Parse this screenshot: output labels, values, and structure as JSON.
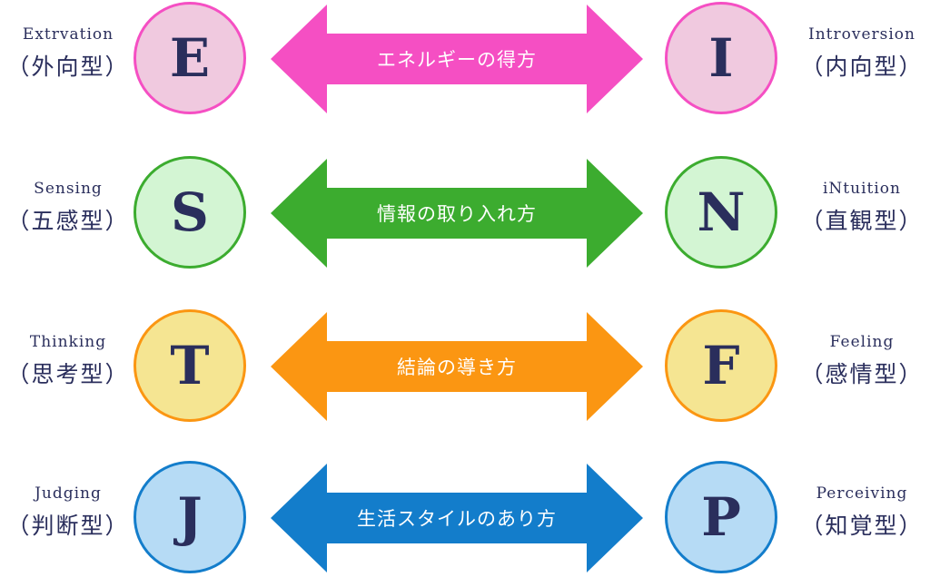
{
  "rows": [
    {
      "left": {
        "letter": "E",
        "en": "Extrvation",
        "jp": "（外向型）"
      },
      "right": {
        "letter": "I",
        "en": "Introversion",
        "jp": "（内向型）"
      },
      "label": "エネルギーの得方",
      "colors": {
        "arrow": "#f54fc3",
        "circle_fill": "#f0c9df",
        "circle_border": "#f54fc3"
      }
    },
    {
      "left": {
        "letter": "S",
        "en": "Sensing",
        "jp": "（五感型）"
      },
      "right": {
        "letter": "N",
        "en": "iNtuition",
        "jp": "（直観型）"
      },
      "label": "情報の取り入れ方",
      "colors": {
        "arrow": "#3cac2f",
        "circle_fill": "#d3f5d3",
        "circle_border": "#3cac2f"
      }
    },
    {
      "left": {
        "letter": "T",
        "en": "Thinking",
        "jp": "（思考型）"
      },
      "right": {
        "letter": "F",
        "en": "Feeling",
        "jp": "（感情型）"
      },
      "label": "結論の導き方",
      "colors": {
        "arrow": "#fb9612",
        "circle_fill": "#f5e592",
        "circle_border": "#fb9612"
      }
    },
    {
      "left": {
        "letter": "J",
        "en": "Judging",
        "jp": "（判断型）"
      },
      "right": {
        "letter": "P",
        "en": "Perceiving",
        "jp": "（知覚型）"
      },
      "label": "生活スタイルのあり方",
      "colors": {
        "arrow": "#137dcb",
        "circle_fill": "#b6dbf5",
        "circle_border": "#137dcb"
      }
    }
  ]
}
